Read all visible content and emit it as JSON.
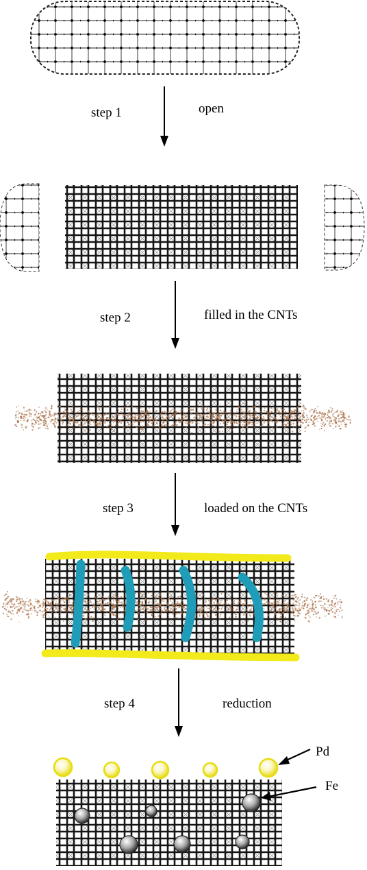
{
  "steps": [
    {
      "label": "step 1",
      "description": "open"
    },
    {
      "label": "step 2",
      "description": "filled in the CNTs"
    },
    {
      "label": "step 3",
      "description": "loaded on the CNTs"
    },
    {
      "label": "step 4",
      "description": "reduction"
    }
  ],
  "callouts": {
    "pd": "Pd",
    "fe": "Fe"
  },
  "colors": {
    "lattice": "#111111",
    "filler_particles": "#b07a55",
    "pd_coating": "#f2ea1a",
    "fe_precursor": "#1f9db8",
    "pd_sphere": "#f2e51c",
    "fe_sphere": "#9a9a9a",
    "arrow": "#000000"
  }
}
